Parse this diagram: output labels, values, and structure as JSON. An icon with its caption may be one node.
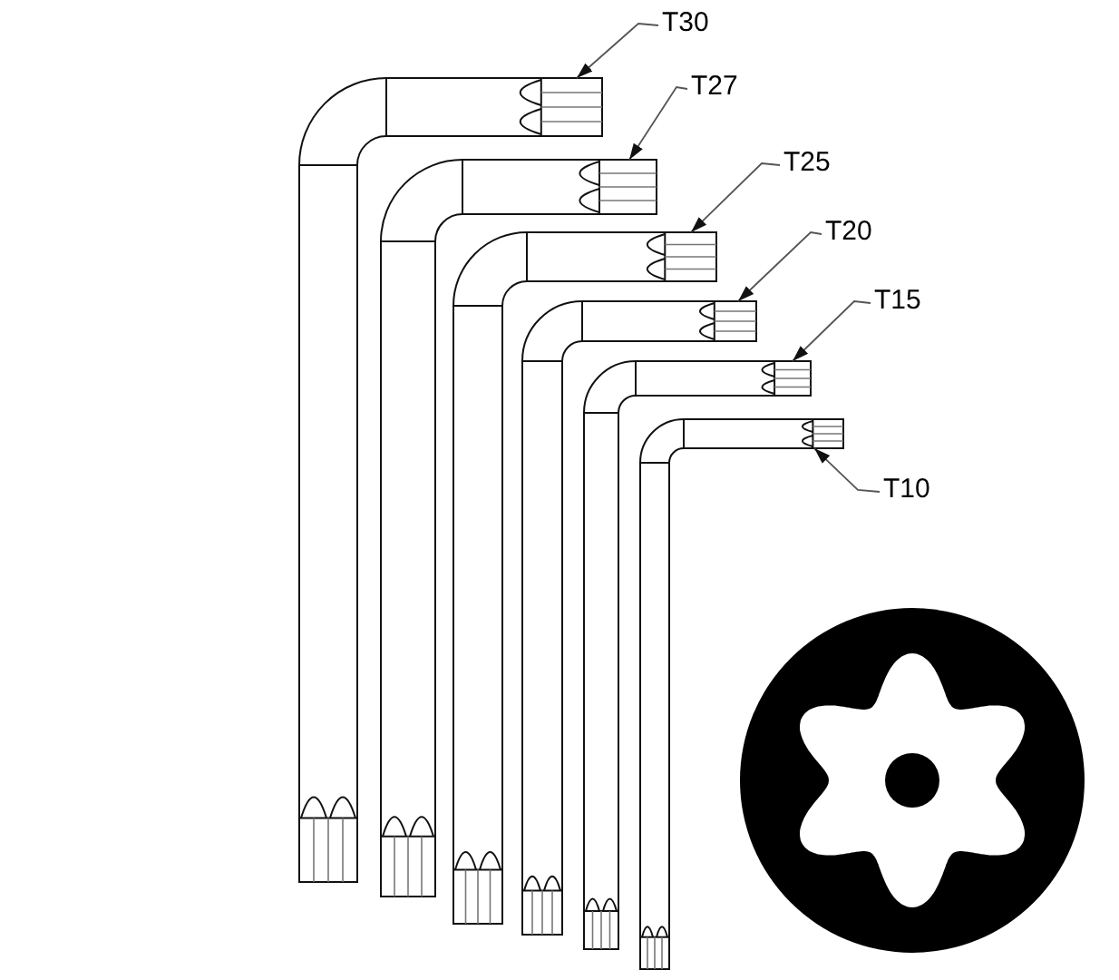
{
  "diagram": {
    "nodes": [
      {
        "text": [
          "T30"
        ]
      },
      {
        "text": [
          "T27"
        ]
      },
      {
        "text": [
          "T25"
        ]
      },
      {
        "text": [
          "T20"
        ]
      },
      {
        "text": [
          "T15"
        ]
      },
      {
        "text": [
          "T10"
        ]
      },
      {
        "text": [],
        "shape": "bar"
      },
      {
        "text": [],
        "shape": "bar"
      },
      {
        "text": [],
        "shape": "bar"
      },
      {
        "text": [],
        "shape": "bar"
      },
      {
        "text": [],
        "shape": "bar"
      },
      {
        "text": [],
        "shape": "bar"
      }
    ],
    "edges": [
      {
        "from": 0,
        "to": 6,
        "arrow": "to"
      },
      {
        "from": 1,
        "to": 7,
        "arrow": "to"
      },
      {
        "from": 2,
        "to": 8,
        "arrow": "to"
      },
      {
        "from": 3,
        "to": 9,
        "arrow": "to"
      },
      {
        "from": 4,
        "to": 10,
        "arrow": "to"
      },
      {
        "from": 5,
        "to": 11,
        "arrow": "to"
      }
    ]
  }
}
